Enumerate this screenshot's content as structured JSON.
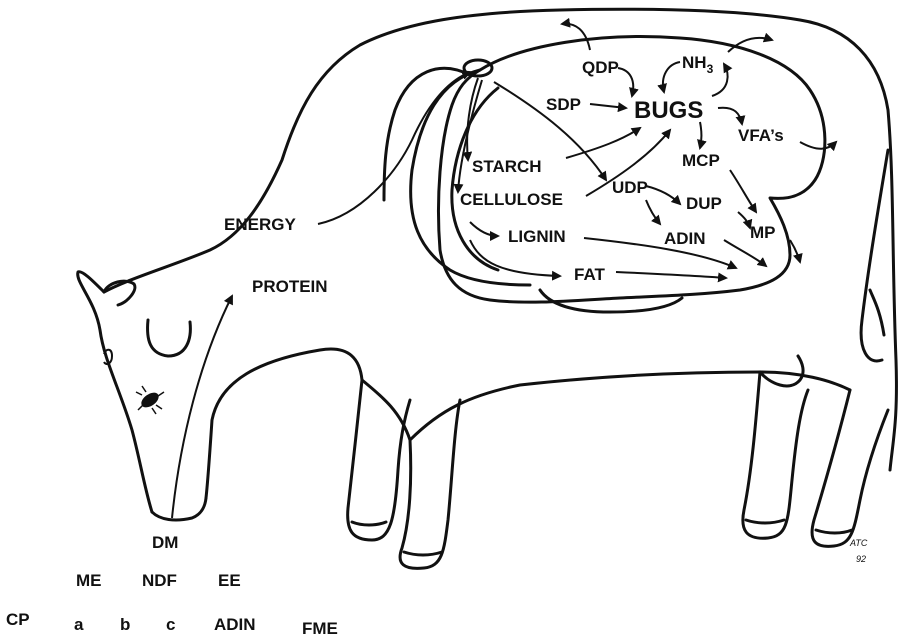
{
  "diagram": {
    "rumen_labels": {
      "qdp": "QDP",
      "nh3_main": "NH",
      "nh3_sub": "3",
      "sdp": "SDP",
      "bugs": "BUGS",
      "vfas": "VFA’s",
      "starch": "STARCH",
      "mcp": "MCP",
      "cellulose": "CELLULOSE",
      "udp": "UDP",
      "dup": "DUP",
      "lignin": "LIGNIN",
      "adin": "ADIN",
      "mp": "MP",
      "fat": "FAT"
    },
    "body_labels": {
      "energy": "ENERGY",
      "protein": "PROTEIN",
      "dm": "DM"
    },
    "feed_terms_row1": [
      "ME",
      "NDF",
      "EE"
    ],
    "feed_terms_row2": [
      "CP",
      "a",
      "b",
      "c",
      "ADIN",
      "FME"
    ],
    "signature": {
      "initials": "ATC",
      "year": "92"
    }
  }
}
